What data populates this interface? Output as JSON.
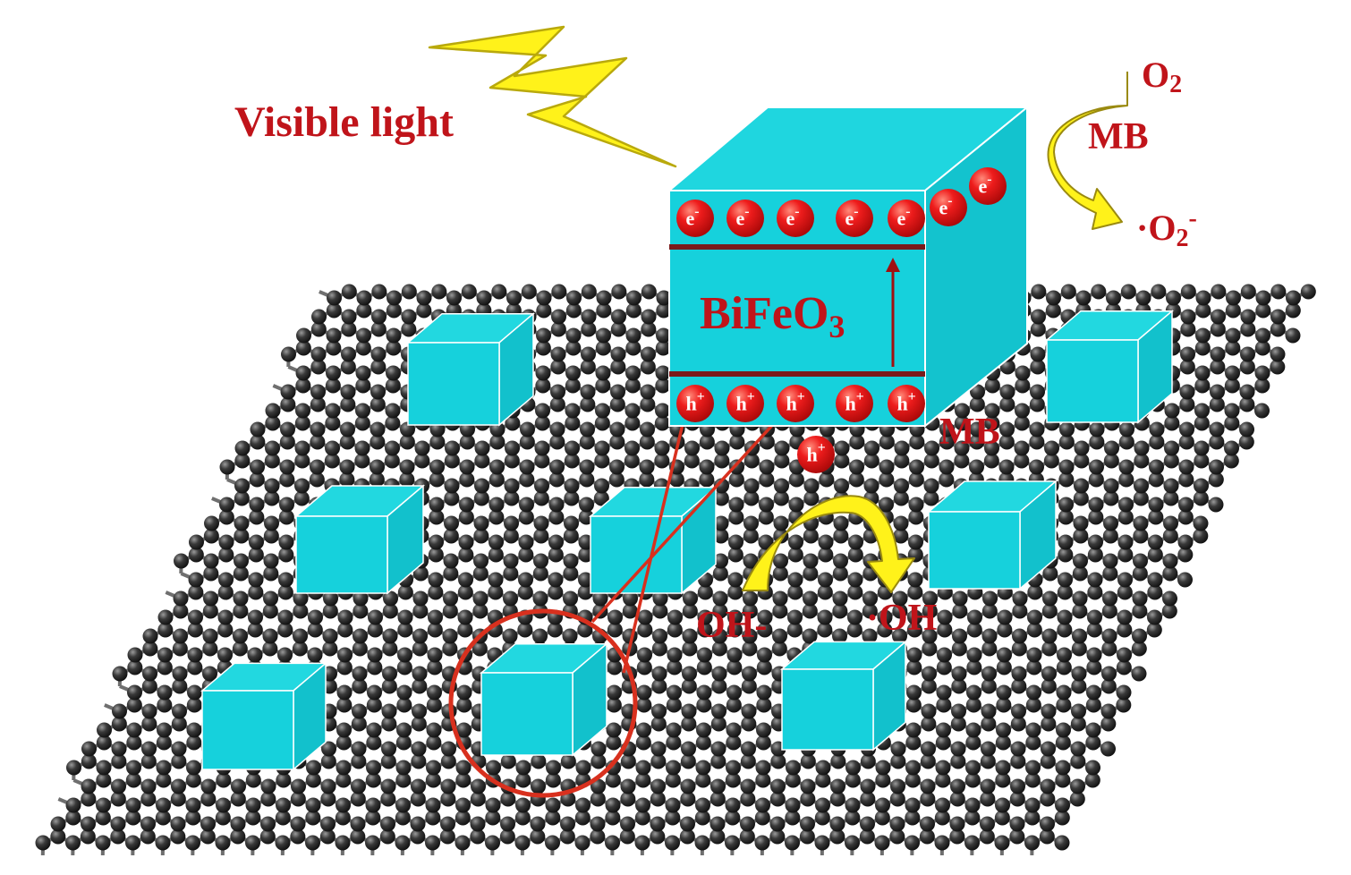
{
  "labels": {
    "light": "Visible light",
    "material": "BiFeO",
    "material_sub": "3",
    "o2": "O",
    "o2_sub": "2",
    "mb_top": "MB",
    "superoxide_dot": "·O",
    "superoxide_sub": "2",
    "superoxide_sup": "-",
    "mb_bottom": "MB",
    "hydroxide": "OH-",
    "hydroxyl_radical": "·OH"
  },
  "particles": {
    "electron": "e",
    "electron_sup": "-",
    "hole": "h",
    "hole_sup": "+"
  },
  "colors": {
    "cube": "#16d1dc",
    "label_red": "#c0141a",
    "charge_red": "#e3141a",
    "arrow_yellow": "#fff21a",
    "arrow_outline": "#9a8a10",
    "band_line": "#7a1a1a",
    "lattice_atom": "#2e2e2e"
  }
}
